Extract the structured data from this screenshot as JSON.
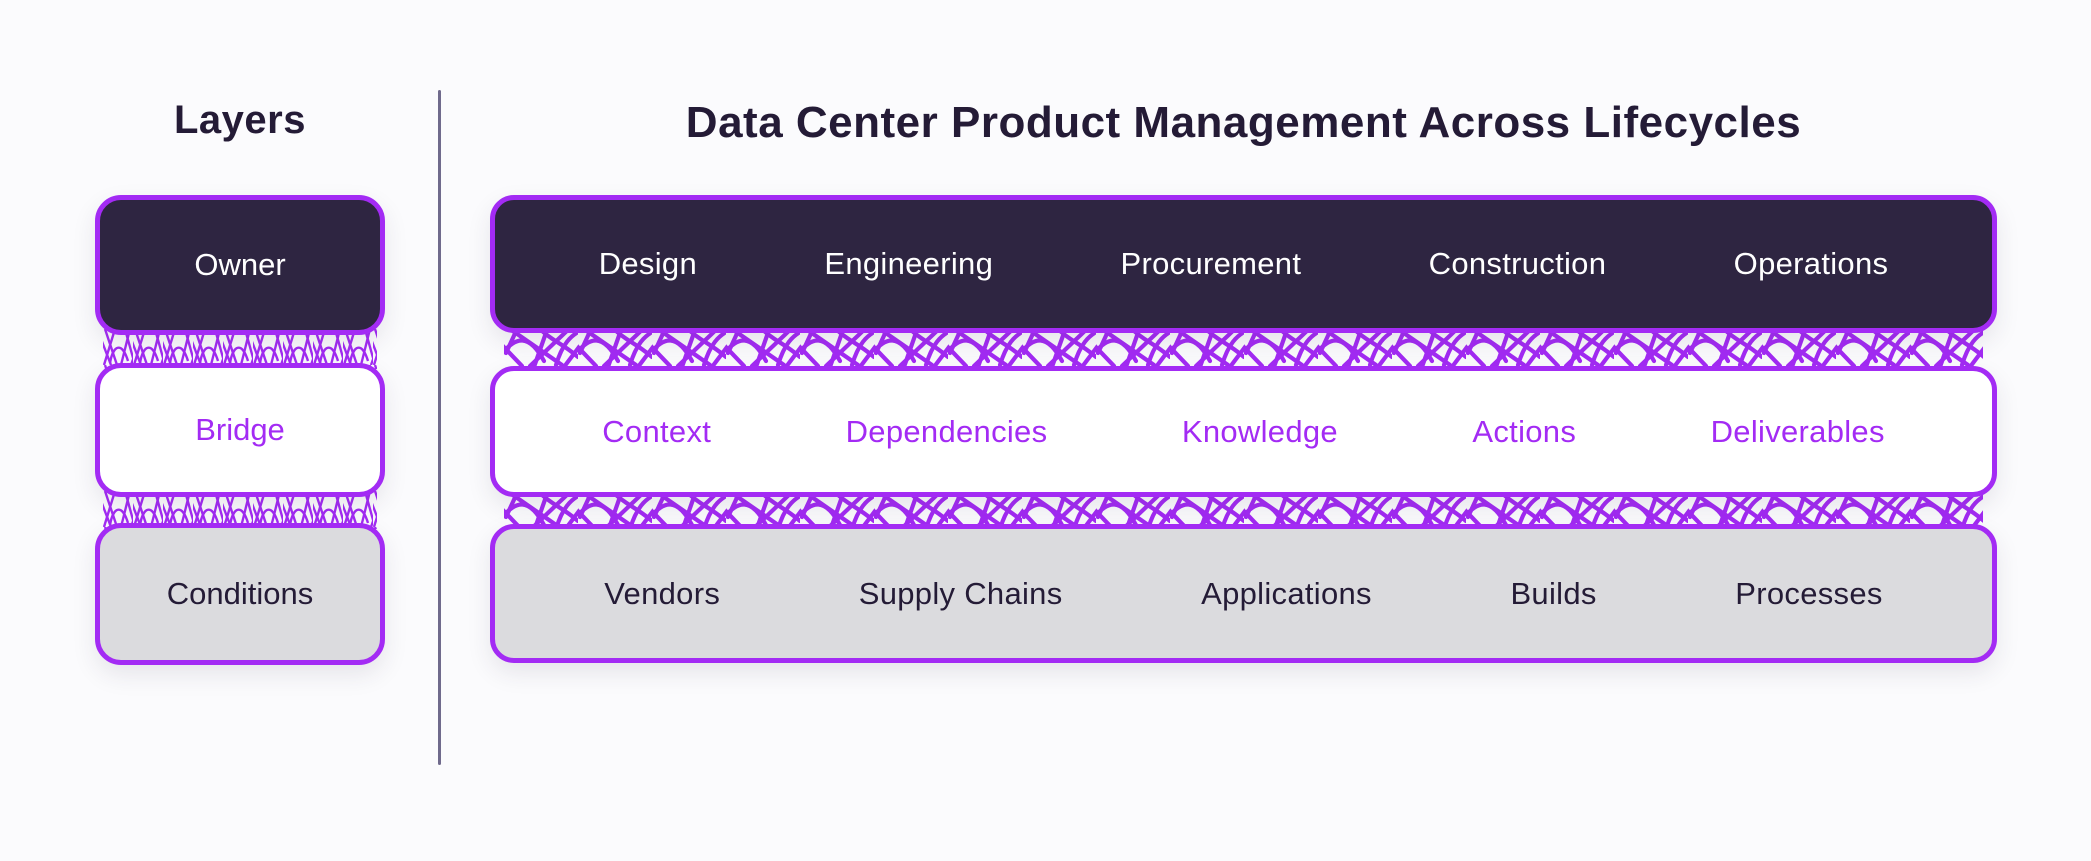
{
  "left_panel": {
    "title": "Layers",
    "boxes": [
      {
        "label": "Owner"
      },
      {
        "label": "Bridge"
      },
      {
        "label": "Conditions"
      }
    ]
  },
  "main_panel": {
    "title": "Data Center Product Management Across Lifecycles",
    "rows": [
      {
        "name": "owner-lifecycles",
        "items": [
          "Design",
          "Engineering",
          "Procurement",
          "Construction",
          "Operations"
        ]
      },
      {
        "name": "bridge-elements",
        "items": [
          "Context",
          "Dependencies",
          "Knowledge",
          "Actions",
          "Deliverables"
        ]
      },
      {
        "name": "conditions-elements",
        "items": [
          "Vendors",
          "Supply Chains",
          "Applications",
          "Builds",
          "Processes"
        ]
      }
    ]
  },
  "colors": {
    "accent_purple": "#a32bf4",
    "dark_box": "#2e2541",
    "white_box": "#ffffff",
    "gray_box": "#dbdbde",
    "text_dark": "#241b36",
    "text_light": "#ffffff",
    "divider": "#6f6a8c",
    "background": "#fbfbfd"
  }
}
